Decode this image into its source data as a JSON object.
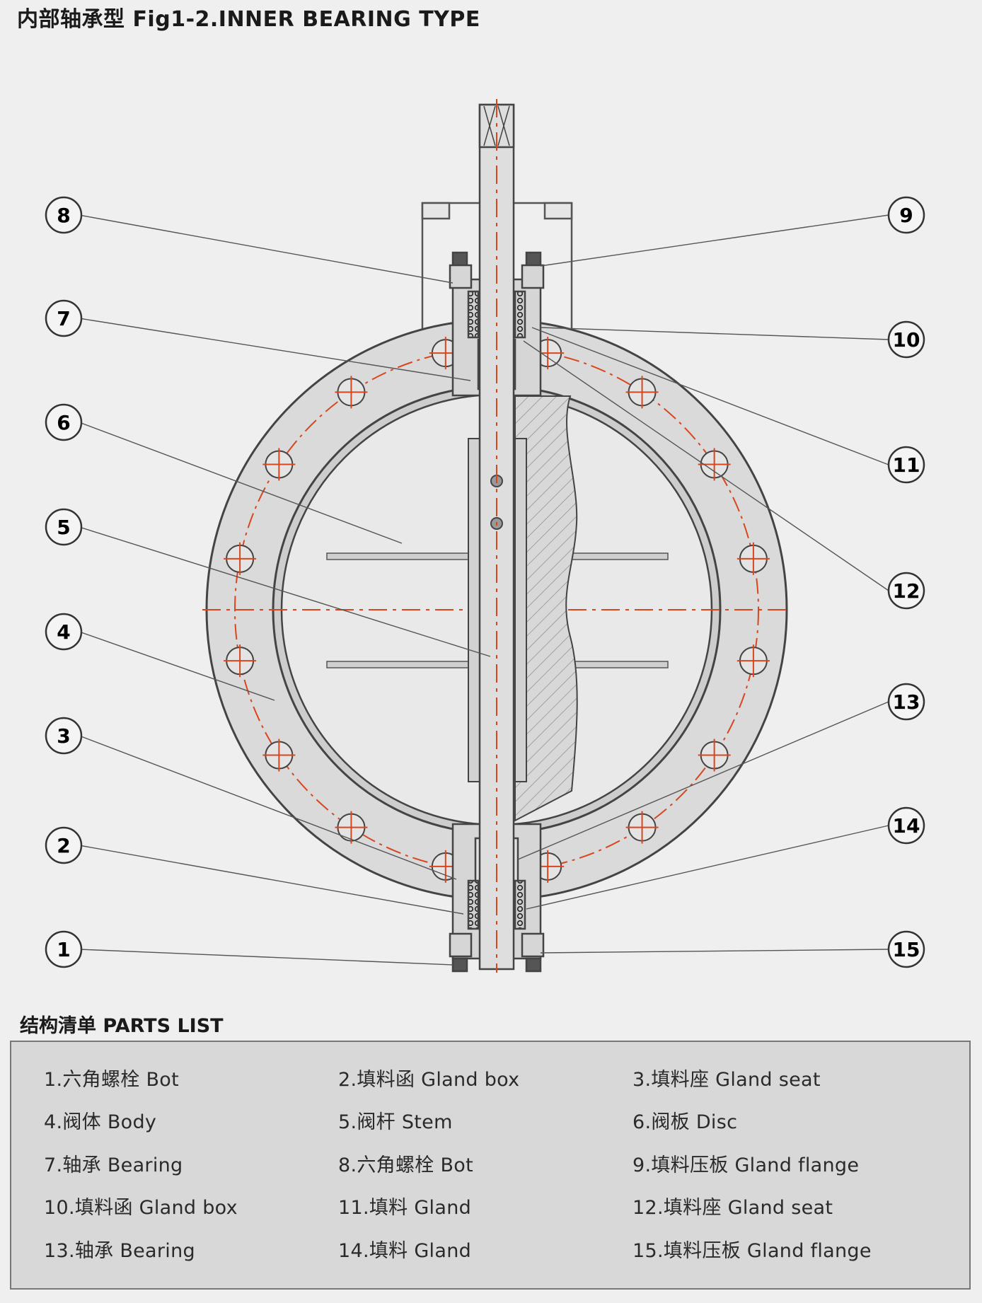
{
  "figure": {
    "title": "内部轴承型 Fig1-2.INNER BEARING TYPE",
    "callouts": [
      "1",
      "2",
      "3",
      "4",
      "5",
      "6",
      "7",
      "8",
      "9",
      "10",
      "11",
      "12",
      "13",
      "14",
      "15"
    ],
    "colors": {
      "background": "#efefef",
      "metal_fill": "#dcdcdc",
      "outline": "#444444",
      "centerline": "#d9461e",
      "leader": "#555555",
      "parts_box": "#d8d8d8"
    }
  },
  "parts_list": {
    "heading": "结构清单 PARTS LIST",
    "items": [
      "1.六角螺栓 Bot",
      "2.填料函 Gland box",
      "3.填料座 Gland seat",
      "4.阀体 Body",
      "5.阀杆 Stem",
      "6.阀板 Disc",
      "7.轴承 Bearing",
      "8.六角螺栓 Bot",
      "9.填料压板 Gland flange",
      "10.填料函 Gland box",
      "11.填料 Gland",
      "12.填料座 Gland seat",
      "13.轴承 Bearing",
      "14.填料 Gland",
      "15.填料压板 Gland flange"
    ]
  }
}
